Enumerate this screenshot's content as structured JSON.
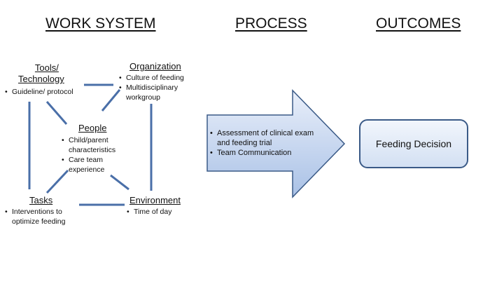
{
  "headings": {
    "work_system": "WORK SYSTEM",
    "process": "PROCESS",
    "outcomes": "OUTCOMES"
  },
  "nodes": {
    "tools": {
      "title_line1": "Tools/",
      "title_line2": "Technology",
      "bullets": [
        "Guideline/ protocol"
      ]
    },
    "organization": {
      "title": "Organization",
      "bullets": [
        "Culture of feeding",
        "Multidisciplinary workgroup"
      ]
    },
    "people": {
      "title": "People",
      "bullets": [
        "Child/parent characteristics",
        "Care team experience"
      ]
    },
    "tasks": {
      "title": "Tasks",
      "bullets": [
        "Interventions to optimize feeding"
      ]
    },
    "environment": {
      "title": "Environment",
      "bullets": [
        "Time of day"
      ]
    }
  },
  "process": {
    "bullets": [
      "Assessment of clinical exam and feeding trial",
      "Team Communication"
    ]
  },
  "outcome": {
    "label": "Feeding Decision"
  },
  "colors": {
    "connector": "#4a6fa8",
    "arrow_fill_top": "#e9effa",
    "arrow_fill_bottom": "#a9c1e6",
    "box_border": "#3a5a87"
  }
}
